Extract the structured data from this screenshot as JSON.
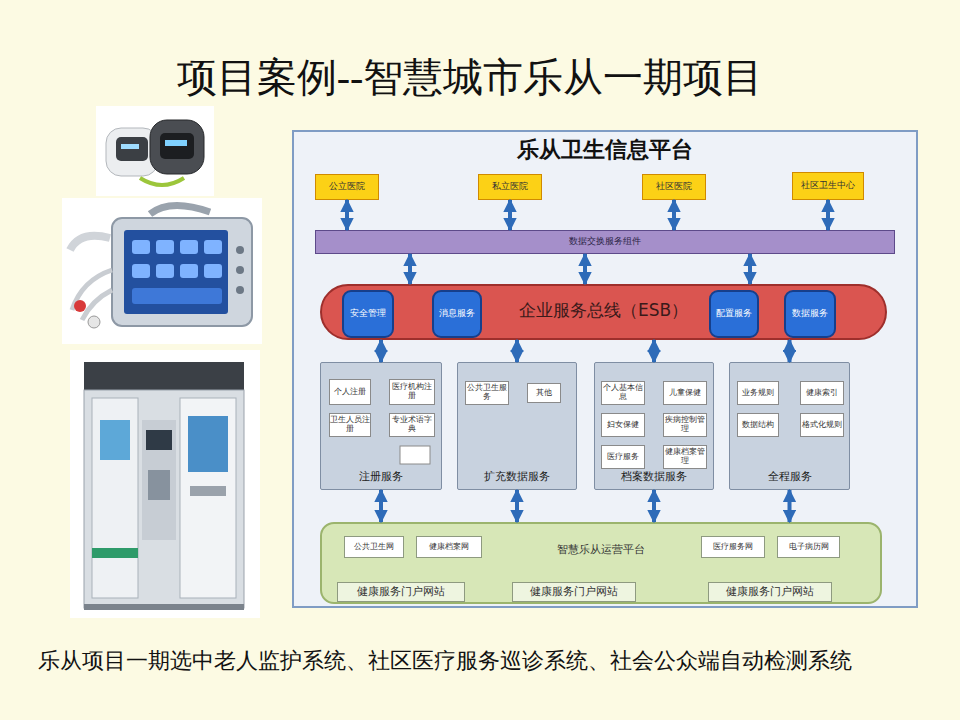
{
  "diagram": {
    "title": "项目案例--智慧城市乐从一期项目",
    "caption": "乐从项目一期选中老人监护系统、社区医疗服务巡诊系统、社会公众端自动检测系统",
    "nodes": [
      {
        "text": [
          "乐从卫生信息平台"
        ]
      },
      {
        "text": [
          "公立医院"
        ],
        "in": 0
      },
      {
        "text": [
          "私立医院"
        ],
        "in": 0
      },
      {
        "text": [
          "社区医院"
        ],
        "in": 0
      },
      {
        "text": [
          "社区卫生中心"
        ],
        "in": 0
      },
      {
        "text": [
          "数据交换服务组件"
        ],
        "in": 0
      },
      {
        "text": [
          "企业服务总线（ESB）"
        ],
        "in": 0
      },
      {
        "text": [
          "安全管理"
        ],
        "in": 6
      },
      {
        "text": [
          "消息服务"
        ],
        "in": 6
      },
      {
        "text": [
          "配置服务"
        ],
        "in": 6
      },
      {
        "text": [
          "数据服务"
        ],
        "in": 6
      },
      {
        "text": [
          "注册服务"
        ],
        "in": 0
      },
      {
        "text": [
          "个人注册"
        ],
        "in": 11
      },
      {
        "text": [
          "医疗机构注册"
        ],
        "in": 11
      },
      {
        "text": [
          "卫生人员注册"
        ],
        "in": 11
      },
      {
        "text": [
          "专业术语字典"
        ],
        "in": 11
      },
      {
        "text": [
          "扩充数据服务"
        ],
        "in": 0
      },
      {
        "text": [
          "公共卫生服务"
        ],
        "in": 16
      },
      {
        "text": [
          "其他"
        ],
        "in": 16
      },
      {
        "text": [
          "档案数据服务"
        ],
        "in": 0
      },
      {
        "text": [
          "个人基本信息"
        ],
        "in": 19
      },
      {
        "text": [
          "儿童保健"
        ],
        "in": 19
      },
      {
        "text": [
          "妇女保健"
        ],
        "in": 19
      },
      {
        "text": [
          "疾病控制管理"
        ],
        "in": 19
      },
      {
        "text": [
          "医疗服务"
        ],
        "in": 19
      },
      {
        "text": [
          "健康档案管理"
        ],
        "in": 19
      },
      {
        "text": [
          "全程服务"
        ],
        "in": 0
      },
      {
        "text": [
          "业务规则"
        ],
        "in": 26
      },
      {
        "text": [
          "健康索引"
        ],
        "in": 26
      },
      {
        "text": [
          "数据结构"
        ],
        "in": 26
      },
      {
        "text": [
          "格式化规则"
        ],
        "in": 26
      },
      {
        "text": [
          "智慧乐从运营平台"
        ],
        "in": 0
      },
      {
        "text": [
          "公共卫生网"
        ],
        "in": 31
      },
      {
        "text": [
          "健康档案网"
        ],
        "in": 31
      },
      {
        "text": [
          "医疗服务网"
        ],
        "in": 31
      },
      {
        "text": [
          "电子病历网"
        ],
        "in": 31
      },
      {
        "text": [
          "健康服务门户网站"
        ],
        "in": 31
      },
      {
        "text": [
          "健康服务门户网站"
        ],
        "in": 31
      },
      {
        "text": [
          "健康服务门户网站"
        ],
        "in": 31
      }
    ],
    "edges": [
      {
        "from": 1,
        "to": 5,
        "arrow": "both"
      },
      {
        "from": 2,
        "to": 5,
        "arrow": "both"
      },
      {
        "from": 3,
        "to": 5,
        "arrow": "both"
      },
      {
        "from": 4,
        "to": 5,
        "arrow": "both"
      },
      {
        "from": 5,
        "to": 6,
        "arrow": "both"
      },
      {
        "from": 5,
        "to": 6,
        "arrow": "both"
      },
      {
        "from": 5,
        "to": 6,
        "arrow": "both"
      },
      {
        "from": 6,
        "to": 11,
        "arrow": "both"
      },
      {
        "from": 6,
        "to": 16,
        "arrow": "both"
      },
      {
        "from": 6,
        "to": 19,
        "arrow": "both"
      },
      {
        "from": 6,
        "to": 26,
        "arrow": "both"
      },
      {
        "from": 11,
        "to": 31,
        "arrow": "both"
      },
      {
        "from": 16,
        "to": 31,
        "arrow": "both"
      },
      {
        "from": 19,
        "to": 31,
        "arrow": "both"
      },
      {
        "from": 26,
        "to": 31,
        "arrow": "both"
      }
    ]
  }
}
